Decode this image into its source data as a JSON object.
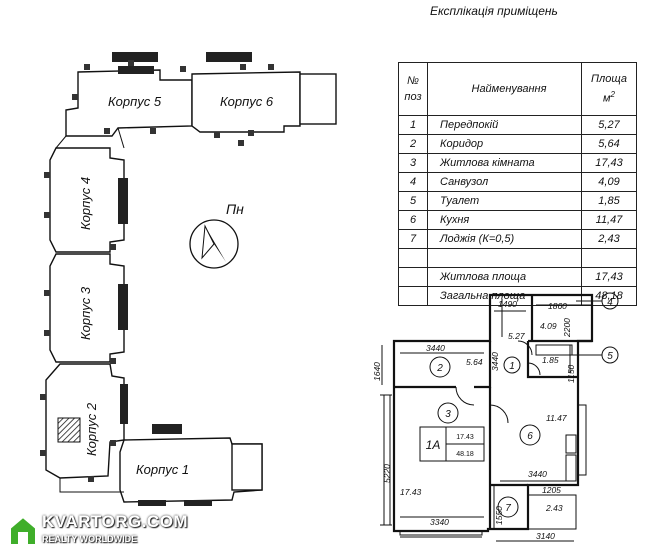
{
  "title": "Експлікація приміщень",
  "site_plan": {
    "buildings": [
      "Корпус 1",
      "Корпус 2",
      "Корпус 3",
      "Корпус 4",
      "Корпус 5",
      "Корпус 6"
    ],
    "north_label": "Пн"
  },
  "table": {
    "header": {
      "no": "№ поз",
      "name": "Найменування",
      "area": "Площа м",
      "area_sup": "2"
    },
    "rows": [
      {
        "no": "1",
        "name": "Передпокій",
        "area": "5,27"
      },
      {
        "no": "2",
        "name": "Коридор",
        "area": "5,64"
      },
      {
        "no": "3",
        "name": "Житлова кімната",
        "area": "17,43"
      },
      {
        "no": "4",
        "name": "Санвузол",
        "area": "4,09"
      },
      {
        "no": "5",
        "name": "Туалет",
        "area": "1,85"
      },
      {
        "no": "6",
        "name": "Кухня",
        "area": "11,47"
      },
      {
        "no": "7",
        "name": "Лоджія (К=0,5)",
        "area": "2,43"
      }
    ],
    "totals": [
      {
        "name": "Житлова площа",
        "area": "17,43"
      },
      {
        "name": "Загальна площа",
        "area": "48,18"
      }
    ]
  },
  "apartment_plan": {
    "dims": {
      "d1490": "1490",
      "d1860": "1860",
      "d527": "5.27",
      "d409": "4.09",
      "d2200": "2200",
      "d3440a": "3440",
      "d3440b": "3440",
      "d3440c": "3440",
      "d564": "5.64",
      "d1640": "1640",
      "d185": "1.85",
      "d1150": "1150",
      "d1147": "11.47",
      "d5220": "5220",
      "d1743": "17.43",
      "d1205": "1205",
      "d243": "2.43",
      "d3340": "3340",
      "d3140": "3140",
      "d1550": "1550"
    },
    "rooms": {
      "r1": "1",
      "r2": "2",
      "r3": "3",
      "r6": "6",
      "r7": "7"
    },
    "callouts": {
      "c4": "4",
      "c5": "5"
    },
    "label_box": {
      "type": "1А",
      "living": "17.43",
      "total": "48.18"
    }
  },
  "watermark": {
    "main": "KVARTORG.COM",
    "sub": "REALTY WORLDWIDE"
  }
}
